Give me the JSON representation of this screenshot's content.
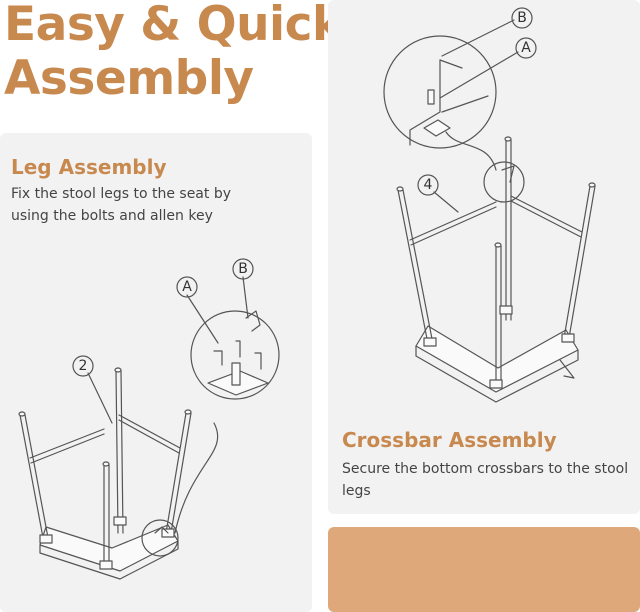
{
  "headline": {
    "line1": "Easy & Quick",
    "line2": "Assembly"
  },
  "leg_assembly": {
    "title": "Leg Assembly",
    "description": "Fix the stool legs to the seat by using the bolts and allen key",
    "callouts": [
      "A",
      "B",
      "2"
    ]
  },
  "crossbar_assembly": {
    "title": "Crossbar Assembly",
    "description": "Secure the bottom crossbars to the stool legs",
    "callouts": [
      "B",
      "A",
      "4"
    ]
  },
  "colors": {
    "accent": "#c8894f",
    "accent_bar": "#dea87a",
    "panel_bg": "#f2f2f2",
    "text": "#444444"
  }
}
